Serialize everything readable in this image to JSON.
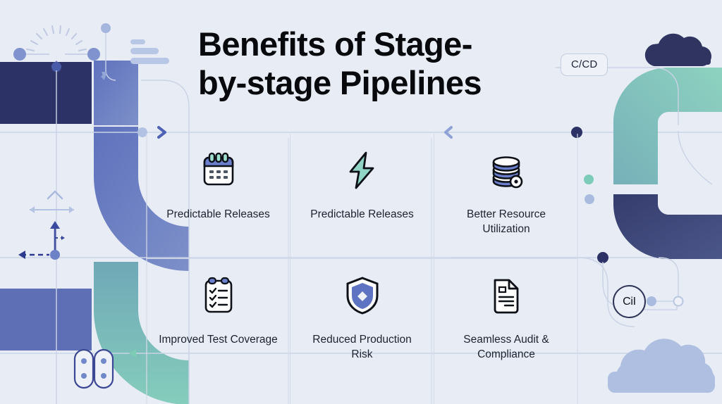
{
  "page": {
    "background_color": "#e8ecf4",
    "title_line_1": "Benefits of Stage-",
    "title_line_2": "by-stage Pipelines"
  },
  "badges": {
    "cicd_pill": "C/CD",
    "ci_circle": "CiI"
  },
  "colors": {
    "background": "#e8ecf4",
    "navy_dark": "#2c3266",
    "blue_pipe": "#6373bb",
    "blue_pipe_light": "#7f93c9",
    "teal_pipe": "#7dc3b5",
    "teal_mint": "#8fd4c4",
    "cloud_dark": "#2f3560",
    "cloud_light": "#aebfe2",
    "line_grid": "#d3dbe9",
    "accent_dot": "#6c81c6",
    "text_dark": "#08090c",
    "text_body": "#1c2230"
  },
  "benefits": [
    {
      "icon": "calendar-icon",
      "label": "Predictable Releases"
    },
    {
      "icon": "lightning-bolt-icon",
      "label": "Predictable Releases"
    },
    {
      "icon": "database-stack-icon",
      "label": "Better Resource Utilization"
    },
    {
      "icon": "clipboard-checklist-icon",
      "label": "Improved Test Coverage"
    },
    {
      "icon": "shield-icon",
      "label": "Reduced Production Risk"
    },
    {
      "icon": "document-icon",
      "label": "Seamless Audit & Compliance"
    }
  ],
  "decorations": {
    "left": [
      "gauge-icon",
      "bar-chart-lines",
      "pipe-elbow-blue",
      "pipe-elbow-teal",
      "arrow-markers",
      "capsule-pair-icon"
    ],
    "right": [
      "cloud-dark-icon",
      "cloud-light-icon",
      "pipe-elbow-teal-right",
      "pipe-elbow-blue-right",
      "connector-lines"
    ]
  }
}
